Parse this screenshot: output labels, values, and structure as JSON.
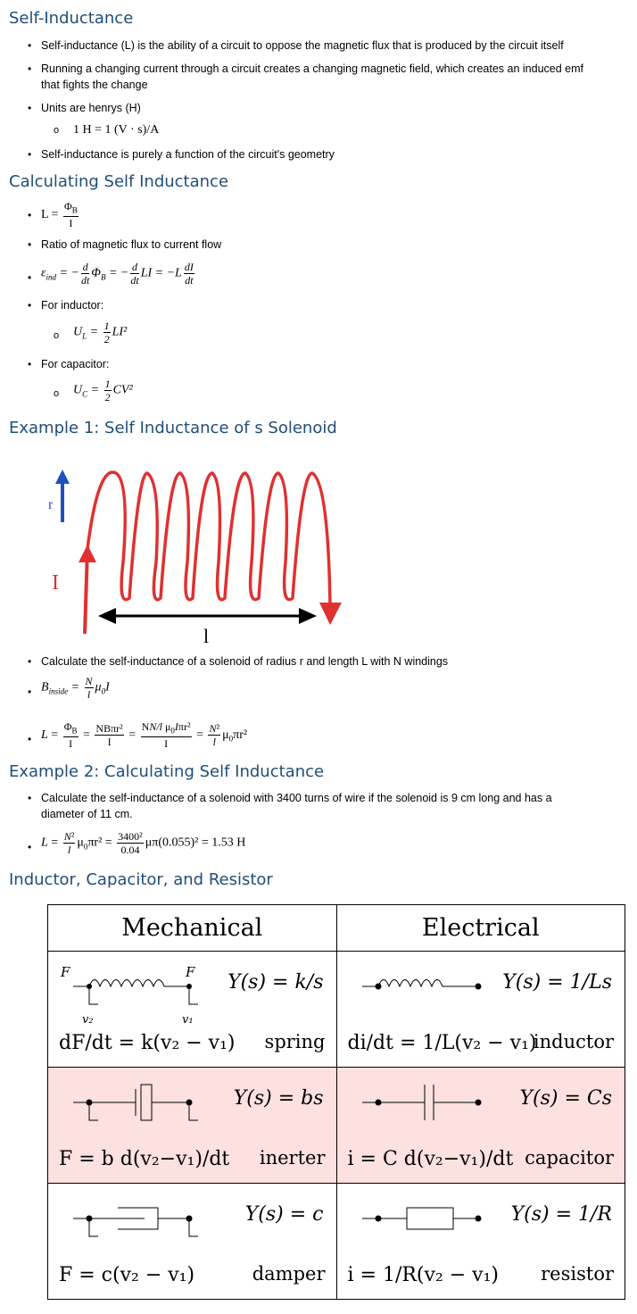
{
  "sections": {
    "s1": {
      "title": "Self-Inductance",
      "b1": "Self-inductance (L) is the ability of a circuit to oppose the magnetic flux that is produced by the circuit itself",
      "b2a": "Running a changing current through a circuit creates a changing magnetic field, which creates an induced emf",
      "b2b": "that fights the change",
      "b3": "Units are henrys (H)",
      "b3sub": "1 H = 1 (V · s)/A",
      "b4": "Self-inductance is purely a function of the circuit's geometry"
    },
    "s2": {
      "title": "Calculating Self Inductance",
      "ratio": "Ratio of magnetic flux to current flow",
      "ind": "For inductor:",
      "cap": "For capacitor:"
    },
    "s3": {
      "title": "Example 1: Self Inductance of s Solenoid",
      "b1": "Calculate the self-inductance of a solenoid of radius r and length L with N windings",
      "fig_r": "r",
      "fig_I": "I",
      "fig_l": "l"
    },
    "s4": {
      "title": "Example 2: Calculating Self Inductance",
      "b1a": "Calculate the self-inductance of a solenoid with 3400 turns of wire if the solenoid is 9 cm long and has a",
      "b1b": "diameter of 11 cm.",
      "n": "3400",
      "d": "0.04",
      "rest": "μπ(0.055)² = 1.53 H"
    },
    "s5": {
      "title": "Inductor, Capacitor, and Resistor"
    }
  },
  "table": {
    "h1": "Mechanical",
    "h2": "Electrical",
    "rows": [
      {
        "ml": "spring",
        "el": "inductor",
        "my": "Y(s) = k/s",
        "ey": "Y(s) = 1/Ls",
        "meq": "dF/dt = k(v₂ − v₁)",
        "eeq": "di/dt = 1/L(v₂ − v₁)"
      },
      {
        "ml": "inerter",
        "el": "capacitor",
        "my": "Y(s) = bs",
        "ey": "Y(s) = Cs",
        "meq": "F = b d(v₂−v₁)/dt",
        "eeq": "i = C d(v₂−v₁)/dt"
      },
      {
        "ml": "damper",
        "el": "resistor",
        "my": "Y(s) = c",
        "ey": "Y(s) = 1/R",
        "meq": "F = c(v₂ − v₁)",
        "eeq": "i = 1/R(v₂ − v₁)"
      }
    ]
  },
  "colors": {
    "heading": "#1e4e79",
    "highlight": "#fde0e0",
    "coil": "#e03030",
    "arrow_r": "#1f4fc0"
  }
}
